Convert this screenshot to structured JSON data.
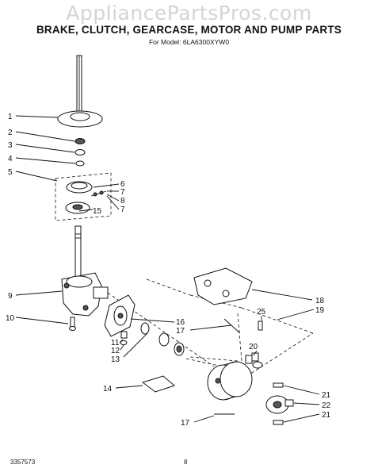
{
  "watermark": "AppliancePartsPros.com",
  "title": "BRAKE, CLUTCH, GEARCASE, MOTOR AND PUMP PARTS",
  "subtitle": "For Model: 6LA6300XYW0",
  "footer": {
    "doc_number": "3357573",
    "page": "8"
  },
  "callouts": {
    "c1": "1",
    "c2": "2",
    "c3": "3",
    "c4": "4",
    "c5": "5",
    "c6": "6",
    "c7a": "7",
    "c8": "8",
    "c7b": "7",
    "c15": "15",
    "c9": "9",
    "c10": "10",
    "c16": "16",
    "c17a": "17",
    "c11": "11",
    "c12": "12",
    "c13": "13",
    "c18": "18",
    "c19": "19",
    "c25": "25",
    "c20": "20",
    "c14": "14",
    "c21a": "21",
    "c22": "22",
    "c21b": "21",
    "c17b": "17"
  }
}
